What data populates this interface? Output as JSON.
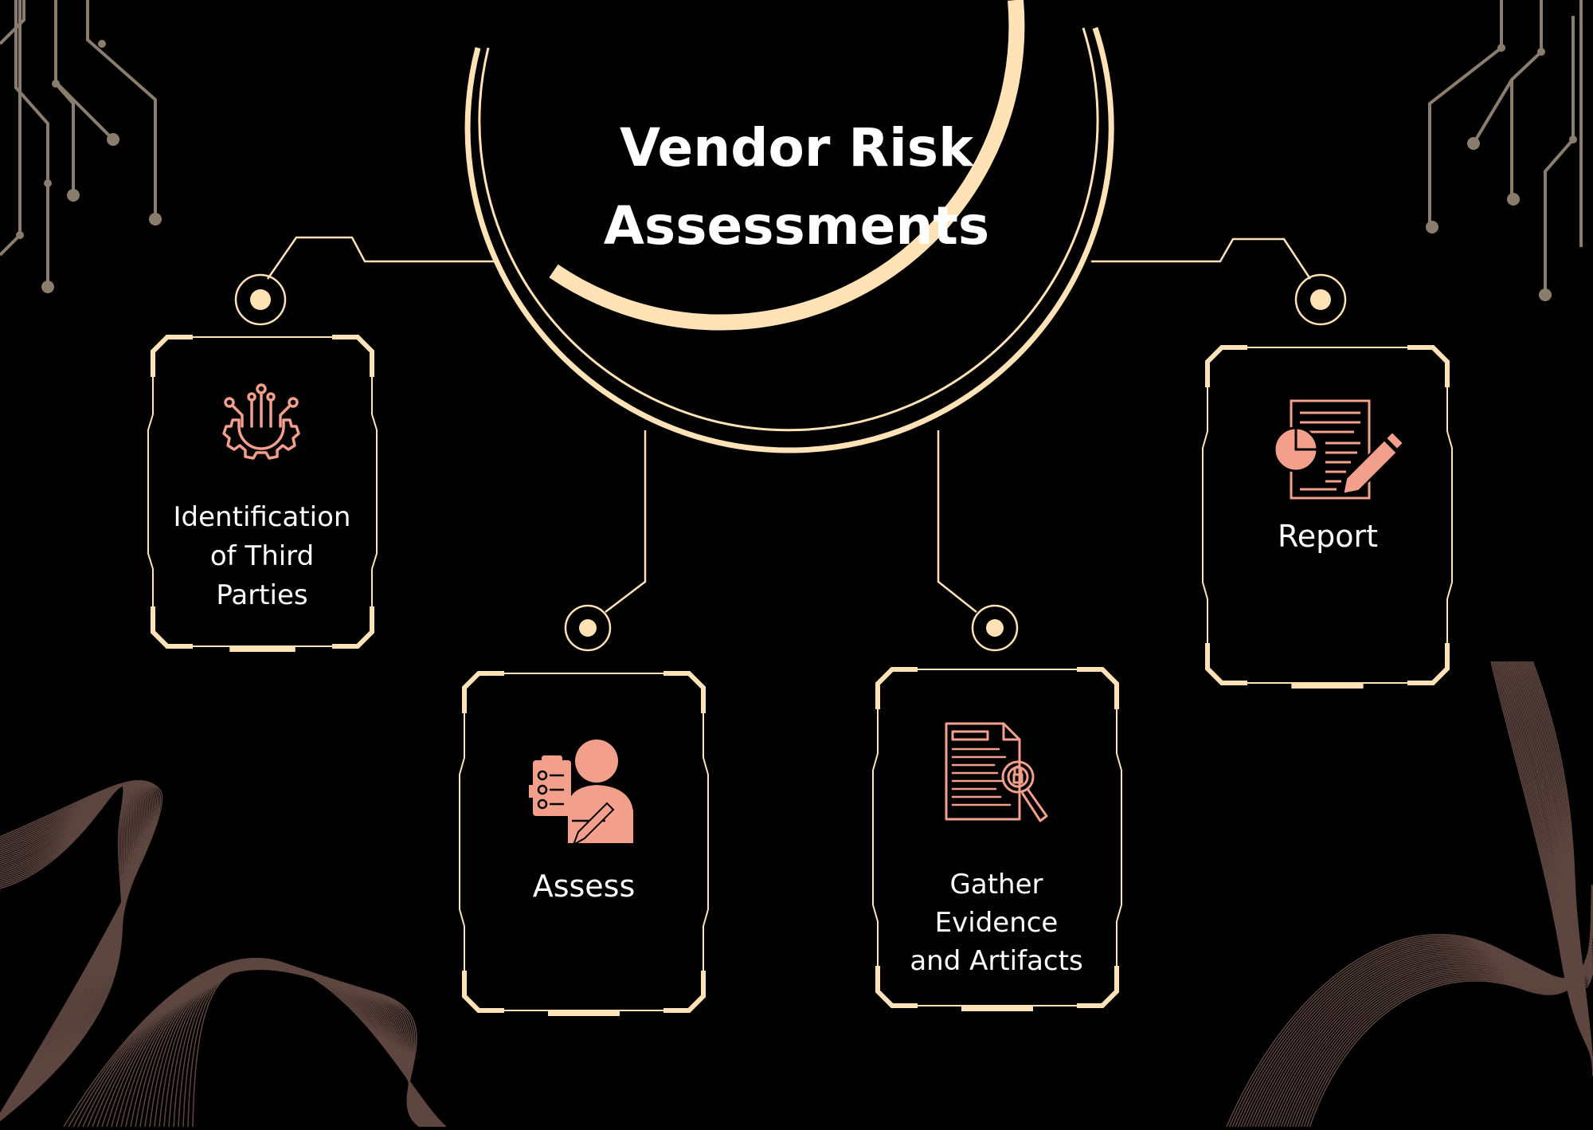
{
  "title": {
    "line1": "Vendor Risk",
    "line2": "Assessments"
  },
  "steps": [
    {
      "label_lines": [
        "Identification",
        "of Third",
        "Parties"
      ],
      "icon": "gear-circuit-icon"
    },
    {
      "label_lines": [
        "Assess"
      ],
      "icon": "person-checklist-icon"
    },
    {
      "label_lines": [
        "Gather",
        "Evidence",
        "and Artifacts"
      ],
      "icon": "document-magnifier-icon"
    },
    {
      "label_lines": [
        "Report"
      ],
      "icon": "report-chart-pencil-icon"
    }
  ],
  "colors": {
    "background": "#000000",
    "accent": "#ffe2b6",
    "icon": "#f2a08c",
    "circuit": "#8a7d6e",
    "waves": "#5e4640",
    "text": "#ffffff"
  }
}
